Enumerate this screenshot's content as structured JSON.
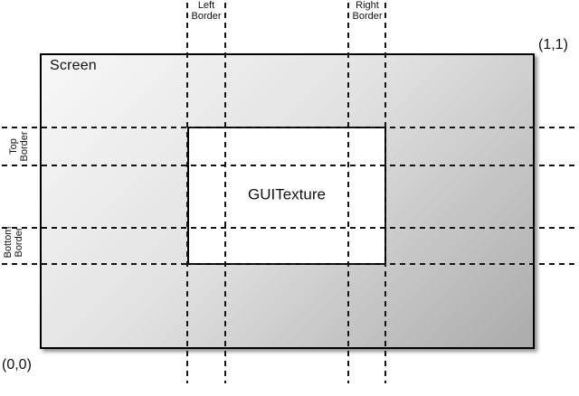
{
  "colors": {
    "line": "#141414",
    "edge": "#000000",
    "gradStart": "#f8f8f8",
    "gradEnd": "#ababab",
    "textureFill": "#ffffff",
    "pageBg": "#ffffff",
    "text": "#111111"
  },
  "screen": {
    "label": "Screen"
  },
  "texture": {
    "label": "GUITexture"
  },
  "coords": {
    "top_right": "(1,1)",
    "bottom_left": "(0,0)"
  },
  "borders": {
    "left": {
      "line1": "Left",
      "line2": "Border"
    },
    "right": {
      "line1": "Right",
      "line2": "Border"
    },
    "top": {
      "line1": "Top",
      "line2": "Border"
    },
    "bottom": {
      "line1": "Bottom",
      "line2": "Border"
    }
  }
}
